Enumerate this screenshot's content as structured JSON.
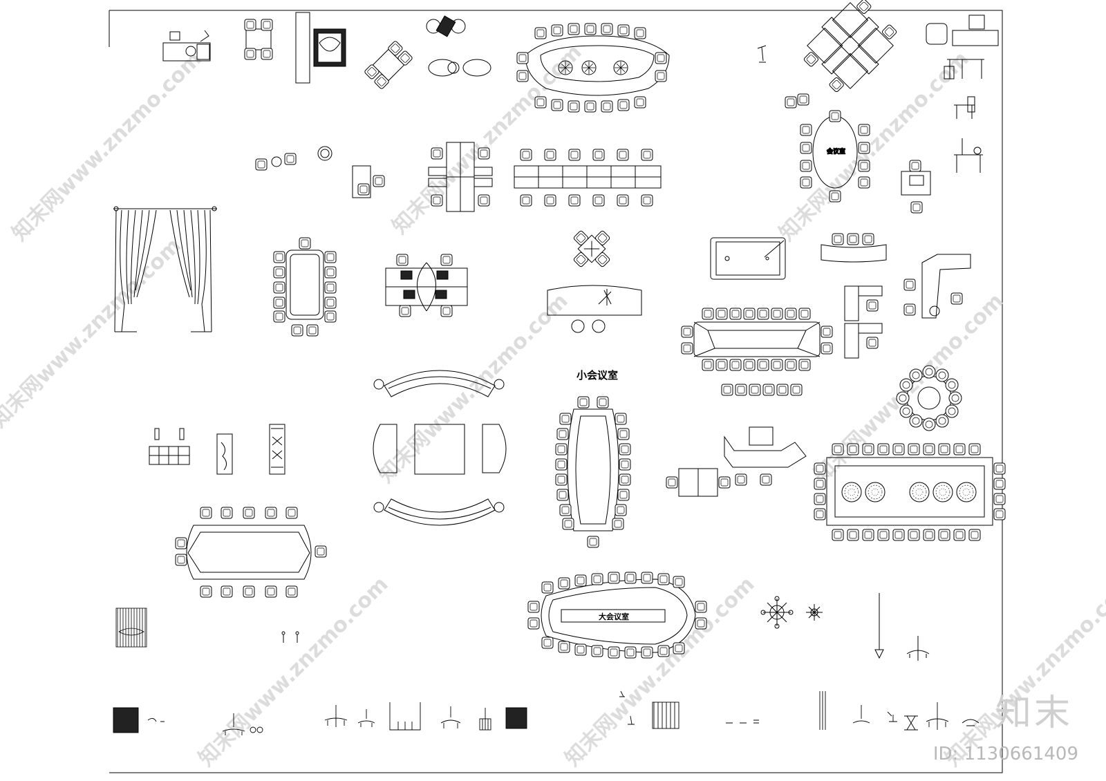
{
  "labels": {
    "small_meeting_room": "小会议室",
    "large_meeting_room": "大会议室",
    "meeting_room": "会议室"
  },
  "watermark": {
    "site": "知末网www.znzmo.com",
    "brand": "知末",
    "id": "ID: 1130661409"
  },
  "colors": {
    "line": "#000000",
    "watermark": "#d0d0d0",
    "background": "#ffffff"
  }
}
